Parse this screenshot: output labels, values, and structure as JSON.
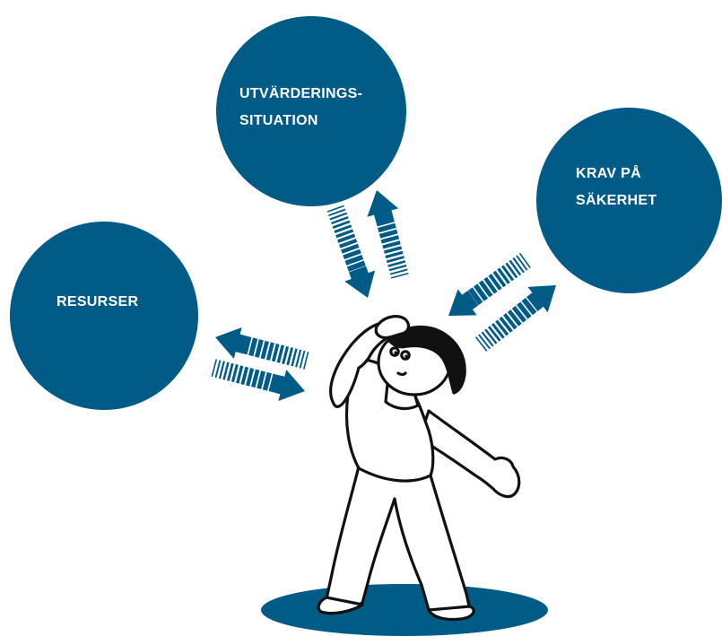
{
  "colors": {
    "accent": "#005b86",
    "background": "#ffffff",
    "figure_outline": "#111111",
    "figure_fill": "#ffffff"
  },
  "nodes": {
    "utvardering": {
      "label": "UTVÄRDERINGS-\nSITUATION"
    },
    "krav": {
      "label": "KRAV PÅ\nSÄKERHET"
    },
    "resurser": {
      "label": "RESURSER"
    }
  },
  "connections": [
    {
      "from": "utvardering",
      "to": "person",
      "bidirectional": true
    },
    {
      "from": "krav",
      "to": "person",
      "bidirectional": true
    },
    {
      "from": "resurser",
      "to": "person",
      "bidirectional": true
    }
  ],
  "figure": {
    "icon": "thinking-person-icon"
  }
}
